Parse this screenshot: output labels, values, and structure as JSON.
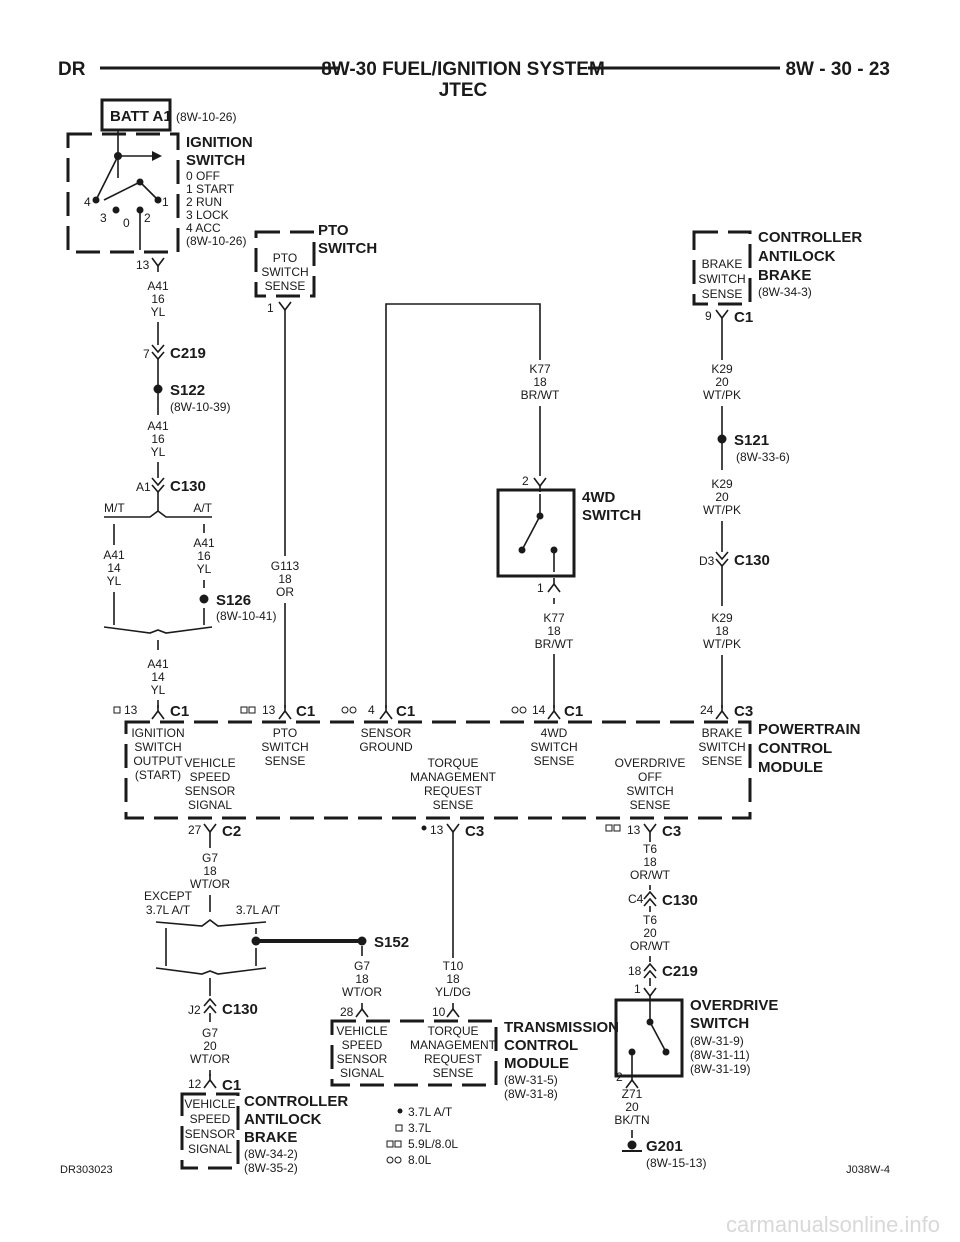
{
  "header": {
    "left": "DR",
    "title": "8W-30 FUEL/IGNITION SYSTEM",
    "subtitle": "JTEC",
    "right": "8W - 30 - 23"
  },
  "batt": {
    "label": "BATT A1",
    "ref": "(8W-10-26)"
  },
  "ignition": {
    "title1": "IGNITION",
    "title2": "SWITCH",
    "pos": [
      "0 OFF",
      "1 START",
      "2 RUN",
      "3 LOCK",
      "4 ACC"
    ],
    "ref": "(8W-10-26)",
    "pin": "13",
    "p4": "4",
    "p3": "3",
    "p0": "0",
    "p2": "2",
    "p1": "1"
  },
  "w_a41a": {
    "c": "A41",
    "g": "16",
    "col": "YL"
  },
  "c219_top": {
    "pin": "7",
    "name": "C219"
  },
  "s122": {
    "name": "S122",
    "ref": "(8W-10-39)"
  },
  "w_a41b": {
    "c": "A41",
    "g": "16",
    "col": "YL"
  },
  "c130_a1": {
    "pin": "A1",
    "name": "C130"
  },
  "mt": "M/T",
  "at": "A/T",
  "w_a41c": {
    "c": "A41",
    "g": "14",
    "col": "YL"
  },
  "w_a41d": {
    "c": "A41",
    "g": "16",
    "col": "YL"
  },
  "s126": {
    "name": "S126",
    "ref": "(8W-10-41)"
  },
  "w_a41e": {
    "c": "A41",
    "g": "14",
    "col": "YL"
  },
  "pto": {
    "inner1": "PTO",
    "inner2": "SWITCH",
    "inner3": "SENSE",
    "title1": "PTO",
    "title2": "SWITCH",
    "pin": "1"
  },
  "w_g113": {
    "c": "G113",
    "g": "18",
    "col": "OR"
  },
  "cab": {
    "inner1": "BRAKE",
    "inner2": "SWITCH",
    "inner3": "SENSE",
    "title1": "CONTROLLER",
    "title2": "ANTILOCK",
    "title3": "BRAKE",
    "ref": "(8W-34-3)",
    "pin": "9",
    "conn": "C1"
  },
  "w_k29a": {
    "c": "K29",
    "g": "20",
    "col": "WT/PK"
  },
  "s121": {
    "name": "S121",
    "ref": "(8W-33-6)"
  },
  "w_k29b": {
    "c": "K29",
    "g": "20",
    "col": "WT/PK"
  },
  "c130_d3": {
    "pin": "D3",
    "name": "C130"
  },
  "w_k29c": {
    "c": "K29",
    "g": "18",
    "col": "WT/PK"
  },
  "w_k77a": {
    "c": "K77",
    "g": "18",
    "col": "BR/WT"
  },
  "sw4wd": {
    "title1": "4WD",
    "title2": "SWITCH",
    "pin2": "2",
    "pin1": "1"
  },
  "w_k77b": {
    "c": "K77",
    "g": "18",
    "col": "BR/WT"
  },
  "pcm": {
    "title1": "POWERTRAIN",
    "title2": "CONTROL",
    "title3": "MODULE",
    "t1": {
      "pin": "13",
      "conn": "C1"
    },
    "t2": {
      "pin": "13",
      "conn": "C1"
    },
    "t3": {
      "pin": "4",
      "conn": "C1"
    },
    "t4": {
      "pin": "14",
      "conn": "C1"
    },
    "t5": {
      "pin": "24",
      "conn": "C3"
    },
    "ign": [
      "IGNITION",
      "SWITCH",
      "OUTPUT",
      "(START)"
    ],
    "vss": [
      "VEHICLE",
      "SPEED",
      "SENSOR",
      "SIGNAL"
    ],
    "pto": [
      "PTO",
      "SWITCH",
      "SENSE"
    ],
    "sg": [
      "SENSOR",
      "GROUND"
    ],
    "tmr": [
      "TORQUE",
      "MANAGEMENT",
      "REQUEST",
      "SENSE"
    ],
    "wd": [
      "4WD",
      "SWITCH",
      "SENSE"
    ],
    "od": [
      "OVERDRIVE",
      "OFF",
      "SWITCH",
      "SENSE"
    ],
    "bs": [
      "BRAKE",
      "SWITCH",
      "SENSE"
    ],
    "b1": {
      "pin": "27",
      "conn": "C2"
    },
    "b2": {
      "pin": "13",
      "conn": "C3"
    },
    "b3": {
      "pin": "13",
      "conn": "C3"
    }
  },
  "w_g7a": {
    "c": "G7",
    "g": "18",
    "col": "WT/OR"
  },
  "except1": "EXCEPT",
  "except2": "3.7L A/T",
  "v37at": "3.7L A/T",
  "s152": {
    "name": "S152"
  },
  "w_g7b": {
    "c": "G7",
    "g": "18",
    "col": "WT/OR"
  },
  "c130_j2": {
    "pin": "J2",
    "name": "C130"
  },
  "w_g7c": {
    "c": "G7",
    "g": "20",
    "col": "WT/OR"
  },
  "cab2": {
    "pin": "12",
    "conn": "C1",
    "inner": [
      "VEHICLE",
      "SPEED",
      "SENSOR",
      "SIGNAL"
    ],
    "title1": "CONTROLLER",
    "title2": "ANTILOCK",
    "title3": "BRAKE",
    "ref1": "(8W-34-2)",
    "ref2": "(8W-35-2)"
  },
  "w_t10": {
    "c": "T10",
    "g": "18",
    "col": "YL/DG"
  },
  "tcm": {
    "pin1": "28",
    "pin2": "10",
    "vss": [
      "VEHICLE",
      "SPEED",
      "SENSOR",
      "SIGNAL"
    ],
    "tmr": [
      "TORQUE",
      "MANAGEMENT",
      "REQUEST",
      "SENSE"
    ],
    "title1": "TRANSMISSION",
    "title2": "CONTROL",
    "title3": "MODULE",
    "ref1": "(8W-31-5)",
    "ref2": "(8W-31-8)"
  },
  "w_t6a": {
    "c": "T6",
    "g": "18",
    "col": "OR/WT"
  },
  "c130_c4": {
    "pin": "C4",
    "name": "C130"
  },
  "w_t6b": {
    "c": "T6",
    "g": "20",
    "col": "OR/WT"
  },
  "c219_b": {
    "pin": "18",
    "name": "C219"
  },
  "odsw": {
    "pin1": "1",
    "pin2": "2",
    "title1": "OVERDRIVE",
    "title2": "SWITCH",
    "ref1": "(8W-31-9)",
    "ref2": "(8W-31-11)",
    "ref3": "(8W-31-19)"
  },
  "w_z71": {
    "c": "Z71",
    "g": "20",
    "col": "BK/TN"
  },
  "g201": {
    "name": "G201",
    "ref": "(8W-15-13)"
  },
  "legend": {
    "l1": "3.7L A/T",
    "l2": "3.7L",
    "l3": "5.9L/8.0L",
    "l4": "8.0L"
  },
  "footer": {
    "left": "DR303023",
    "right": "J038W-4"
  },
  "watermark": "carmanualsonline.info"
}
